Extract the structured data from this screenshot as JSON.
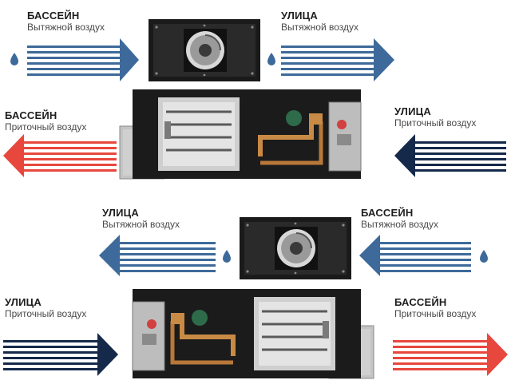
{
  "colors": {
    "exhaust": "#3d6a9a",
    "supply_cold": "#15294a",
    "supply_warm": "#e8473d",
    "water_drop": "#3d6a9a",
    "unit_body": "#1d1d1d",
    "unit_panel": "#bdbdbd",
    "copper_pipe": "#c98a45"
  },
  "icons": [
    "water-drop-icon",
    "fan-icon",
    "valve-icon",
    "pump-icon"
  ],
  "diagram_1": {
    "left_exhaust": {
      "title": "БАССЕЙН",
      "subtitle": "Вытяжной воздух"
    },
    "right_exhaust": {
      "title": "УЛИЦА",
      "subtitle": "Вытяжной воздух"
    },
    "left_supply": {
      "title": "БАССЕЙН",
      "subtitle": "Приточный воздух"
    },
    "right_supply": {
      "title": "УЛИЦА",
      "subtitle": "Приточный воздух"
    }
  },
  "diagram_2": {
    "left_exhaust": {
      "title": "УЛИЦА",
      "subtitle": "Вытяжной воздух"
    },
    "right_exhaust": {
      "title": "БАССЕЙН",
      "subtitle": "Вытяжной воздух"
    },
    "left_supply": {
      "title": "УЛИЦА",
      "subtitle": "Приточный воздух"
    },
    "right_supply": {
      "title": "БАССЕЙН",
      "subtitle": "Приточный воздух"
    }
  }
}
